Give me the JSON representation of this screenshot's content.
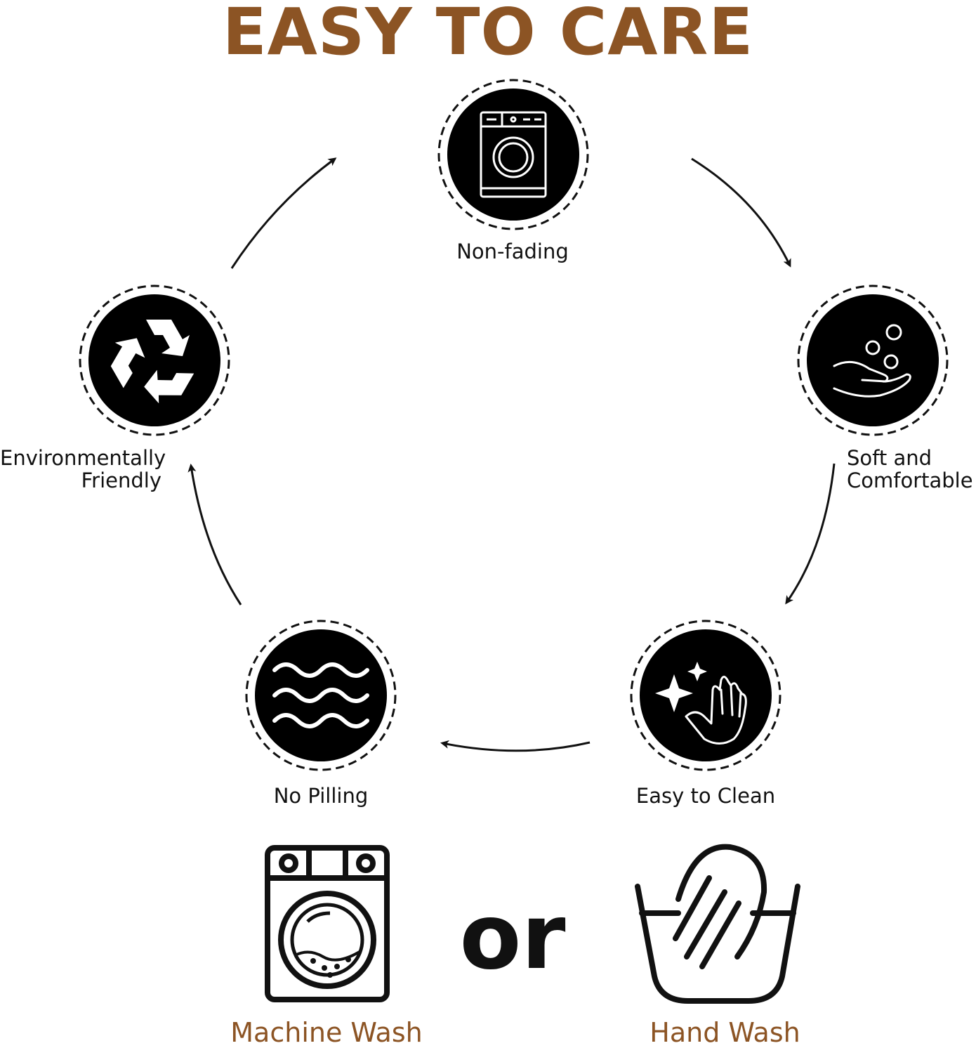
{
  "title": "EASY TO CARE",
  "features": [
    {
      "id": "non-fading",
      "label": "Non-fading",
      "icon": "washing-machine-icon"
    },
    {
      "id": "soft",
      "label_lines": [
        "Soft and",
        "Comfortable"
      ],
      "icon": "hand-bubbles-icon"
    },
    {
      "id": "easy-clean",
      "label": "Easy to Clean",
      "icon": "sparkle-hand-icon"
    },
    {
      "id": "no-pilling",
      "label": "No Pilling",
      "icon": "waves-icon"
    },
    {
      "id": "eco",
      "label_lines": [
        "Environmentally",
        "Friendly"
      ],
      "icon": "recycle-icon"
    }
  ],
  "options": {
    "machine_wash": "Machine Wash",
    "or_text": "or",
    "hand_wash": "Hand Wash"
  },
  "colors": {
    "accent": "#8c5424",
    "icon_bg": "#000000",
    "icon_fg": "#ffffff"
  }
}
